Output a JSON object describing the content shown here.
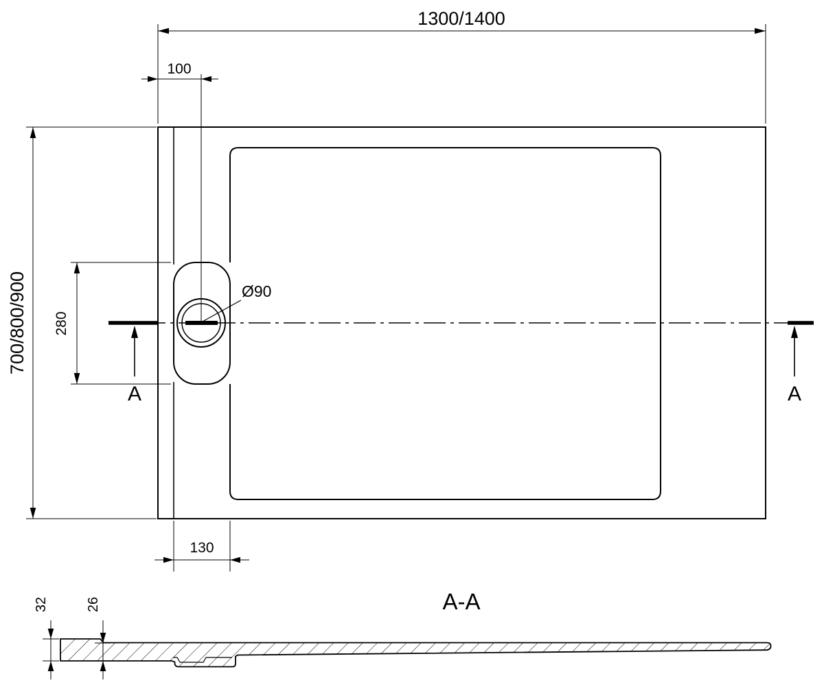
{
  "colors": {
    "line": "#000000",
    "background": "#ffffff"
  },
  "top_view": {
    "dim_length": "1300/1400",
    "dim_width": "700/800/900",
    "dim_drain_offset": "100",
    "dim_channel_length": "280",
    "dim_shelf_width": "130",
    "drain_diameter": "Ø90",
    "section_label_left": "A",
    "section_label_right": "A"
  },
  "section_view": {
    "title": "A-A",
    "dim_total_height": "32",
    "dim_base_height": "26"
  }
}
